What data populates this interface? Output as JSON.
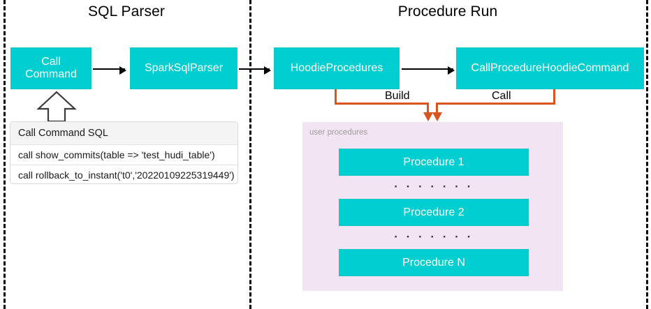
{
  "diagram": {
    "title_left": "SQL Parser",
    "title_right": "Procedure Run"
  },
  "colors": {
    "box_fill": "#00CED1",
    "box_text": "#FFFFFF",
    "panel_fill": "#F3E4F4",
    "connector": "#D9541E",
    "arrow": "#000000",
    "divider": "#000000"
  },
  "sql_parser": {
    "boxes": [
      {
        "label": "Call\nCommand",
        "line1": "Call",
        "line2": "Command"
      },
      {
        "label": "SparkSqlParser"
      }
    ],
    "sql_table": {
      "header": "Call Command SQL",
      "rows": [
        "call show_commits(table => 'test_hudi_table')",
        "call rollback_to_instant('t0','20220109225319449')"
      ]
    }
  },
  "procedure_run": {
    "boxes": [
      {
        "label": "HoodieProcedures"
      },
      {
        "label": "CallProcedureHoodieCommand"
      }
    ],
    "connectors": [
      {
        "label": "Build"
      },
      {
        "label": "Call"
      }
    ],
    "panel": {
      "label": "user procedures",
      "items": [
        {
          "type": "box",
          "label": "Procedure 1"
        },
        {
          "type": "dots",
          "label": "· · · · · · ·"
        },
        {
          "type": "box",
          "label": "Procedure 2"
        },
        {
          "type": "dots",
          "label": "· · · · · · ·"
        },
        {
          "type": "box",
          "label": "Procedure N"
        }
      ]
    }
  }
}
